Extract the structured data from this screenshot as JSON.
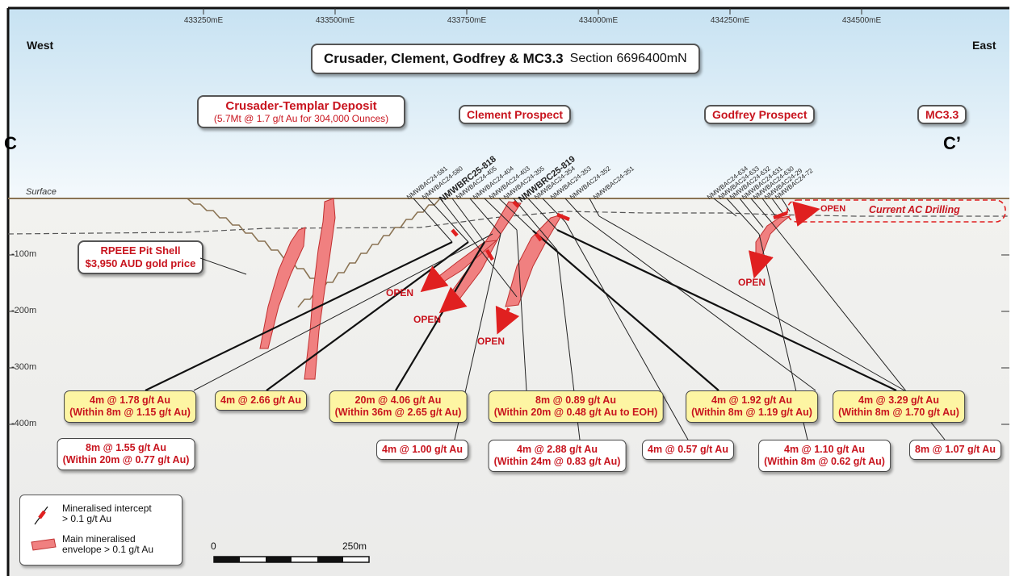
{
  "title": {
    "bold": "Crusader, Clement, Godfrey & MC3.3",
    "section": "Section 6696400mN"
  },
  "directions": {
    "west": "West",
    "east": "East",
    "c_start": "C",
    "c_end": "C’"
  },
  "eastings": [
    "433250mE",
    "433500mE",
    "433750mE",
    "434000mE",
    "434250mE",
    "434500mE"
  ],
  "depths": [
    "-100m",
    "-200m",
    "-300m",
    "-400m"
  ],
  "surface_label": "Surface",
  "deposits": {
    "crusader_name": "Crusader-Templar Deposit",
    "crusader_resource": "(5.7Mt @ 1.7 g/t Au for 304,000 Ounces)",
    "clement": "Clement Prospect",
    "godfrey": "Godfrey Prospect",
    "mc33": "MC3.3"
  },
  "pit_shell": {
    "line1": "RPEEE Pit Shell",
    "line2": "$3,950 AUD gold price"
  },
  "current_ac": "Current AC Drilling",
  "open_label": "OPEN",
  "drillholes": {
    "clement": [
      "NMWBAC24-581",
      "NMWBAC24-580",
      "NMWBRC25-818",
      "NMWBAC24-405",
      "NMWBAC24-404",
      "NMWBAC24-403",
      "NMWBAC24-355",
      "NMWBRC25-819",
      "NMWBAC24-354",
      "NMWBAC24-353",
      "NMWBAC24-352",
      "NMWBAC24-351"
    ],
    "godfrey": [
      "NMWBAC24-634",
      "NMWBAC24-633",
      "NMWBAC24-632",
      "NMWBAC24-631",
      "NMWBAC24-630",
      "NMWBAC24-29",
      "NMWBAC24-72"
    ]
  },
  "intercepts_yellow": [
    {
      "l1": "4m @ 1.78 g/t Au",
      "l2": "(Within  8m @ 1.15 g/t Au)"
    },
    {
      "l1": "4m @ 2.66 g/t Au",
      "l2": ""
    },
    {
      "l1": "20m @ 4.06 g/t Au",
      "l2": "(Within  36m @ 2.65 g/t Au)"
    },
    {
      "l1": "8m @ 0.89 g/t Au",
      "l2": "(Within  20m @ 0.48 g/t Au to EOH)"
    },
    {
      "l1": "4m @ 1.92 g/t Au",
      "l2": "(Within  8m @ 1.19 g/t Au)"
    },
    {
      "l1": "4m @ 3.29 g/t Au",
      "l2": "(Within  8m @ 1.70 g/t Au)"
    }
  ],
  "intercepts_white": [
    {
      "l1": "8m @ 1.55 g/t Au",
      "l2": "(Within  20m @ 0.77 g/t Au)"
    },
    {
      "l1": "4m @ 1.00 g/t Au",
      "l2": ""
    },
    {
      "l1": "4m @ 2.88 g/t Au",
      "l2": "(Within  24m @ 0.83 g/t Au)"
    },
    {
      "l1": "4m @ 0.57 g/t Au",
      "l2": ""
    },
    {
      "l1": "4m @ 1.10 g/t Au",
      "l2": "(Within  8m @ 0.62 g/t Au)"
    },
    {
      "l1": "8m @ 1.07 g/t Au",
      "l2": ""
    }
  ],
  "legend": {
    "intercept_l1": "Mineralised intercept",
    "intercept_l2": "> 0.1 g/t Au",
    "envelope_l1": "Main mineralised",
    "envelope_l2": "envelope > 0.1 g/t Au"
  },
  "scale": {
    "start": "0",
    "end": "250m"
  },
  "colors": {
    "mineralised": "#e02020",
    "envelope": "#f08080",
    "label_red": "#c8141e",
    "yellow_box": "#fdf5a3",
    "sky_top": "#cfe6f3",
    "ground": "#f3f1ec"
  }
}
